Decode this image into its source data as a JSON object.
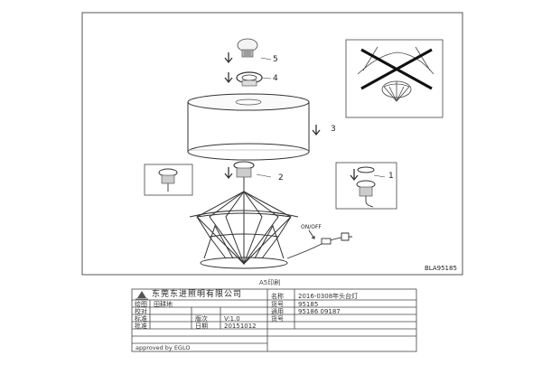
{
  "drawing": {
    "model_code": "BLA95185",
    "sheet_caption": "A5印刷",
    "step_labels": [
      "5",
      "4",
      "3",
      "2",
      "1"
    ],
    "switch_label": "ON/OFF"
  },
  "title_block": {
    "company": "东莞东进照明有限公司",
    "rows": [
      {
        "label": "绘图",
        "value": "田耕地",
        "label2": "",
        "value2": "",
        "label3": "名称",
        "value3": "2016-0308年头台灯"
      },
      {
        "label": "校对",
        "value": "",
        "label2": "",
        "value2": "",
        "label3": "货号",
        "value3": "95185"
      },
      {
        "label": "标准",
        "value": "",
        "label2": "版次",
        "value2": "V:1.0",
        "label3": "通用",
        "value3": "95186 09187"
      },
      {
        "label": "批准",
        "value": "",
        "label2": "日期",
        "value2": "20151012",
        "label3": "货号",
        "value3": ""
      }
    ],
    "approved_by": "approved by EGLO"
  }
}
